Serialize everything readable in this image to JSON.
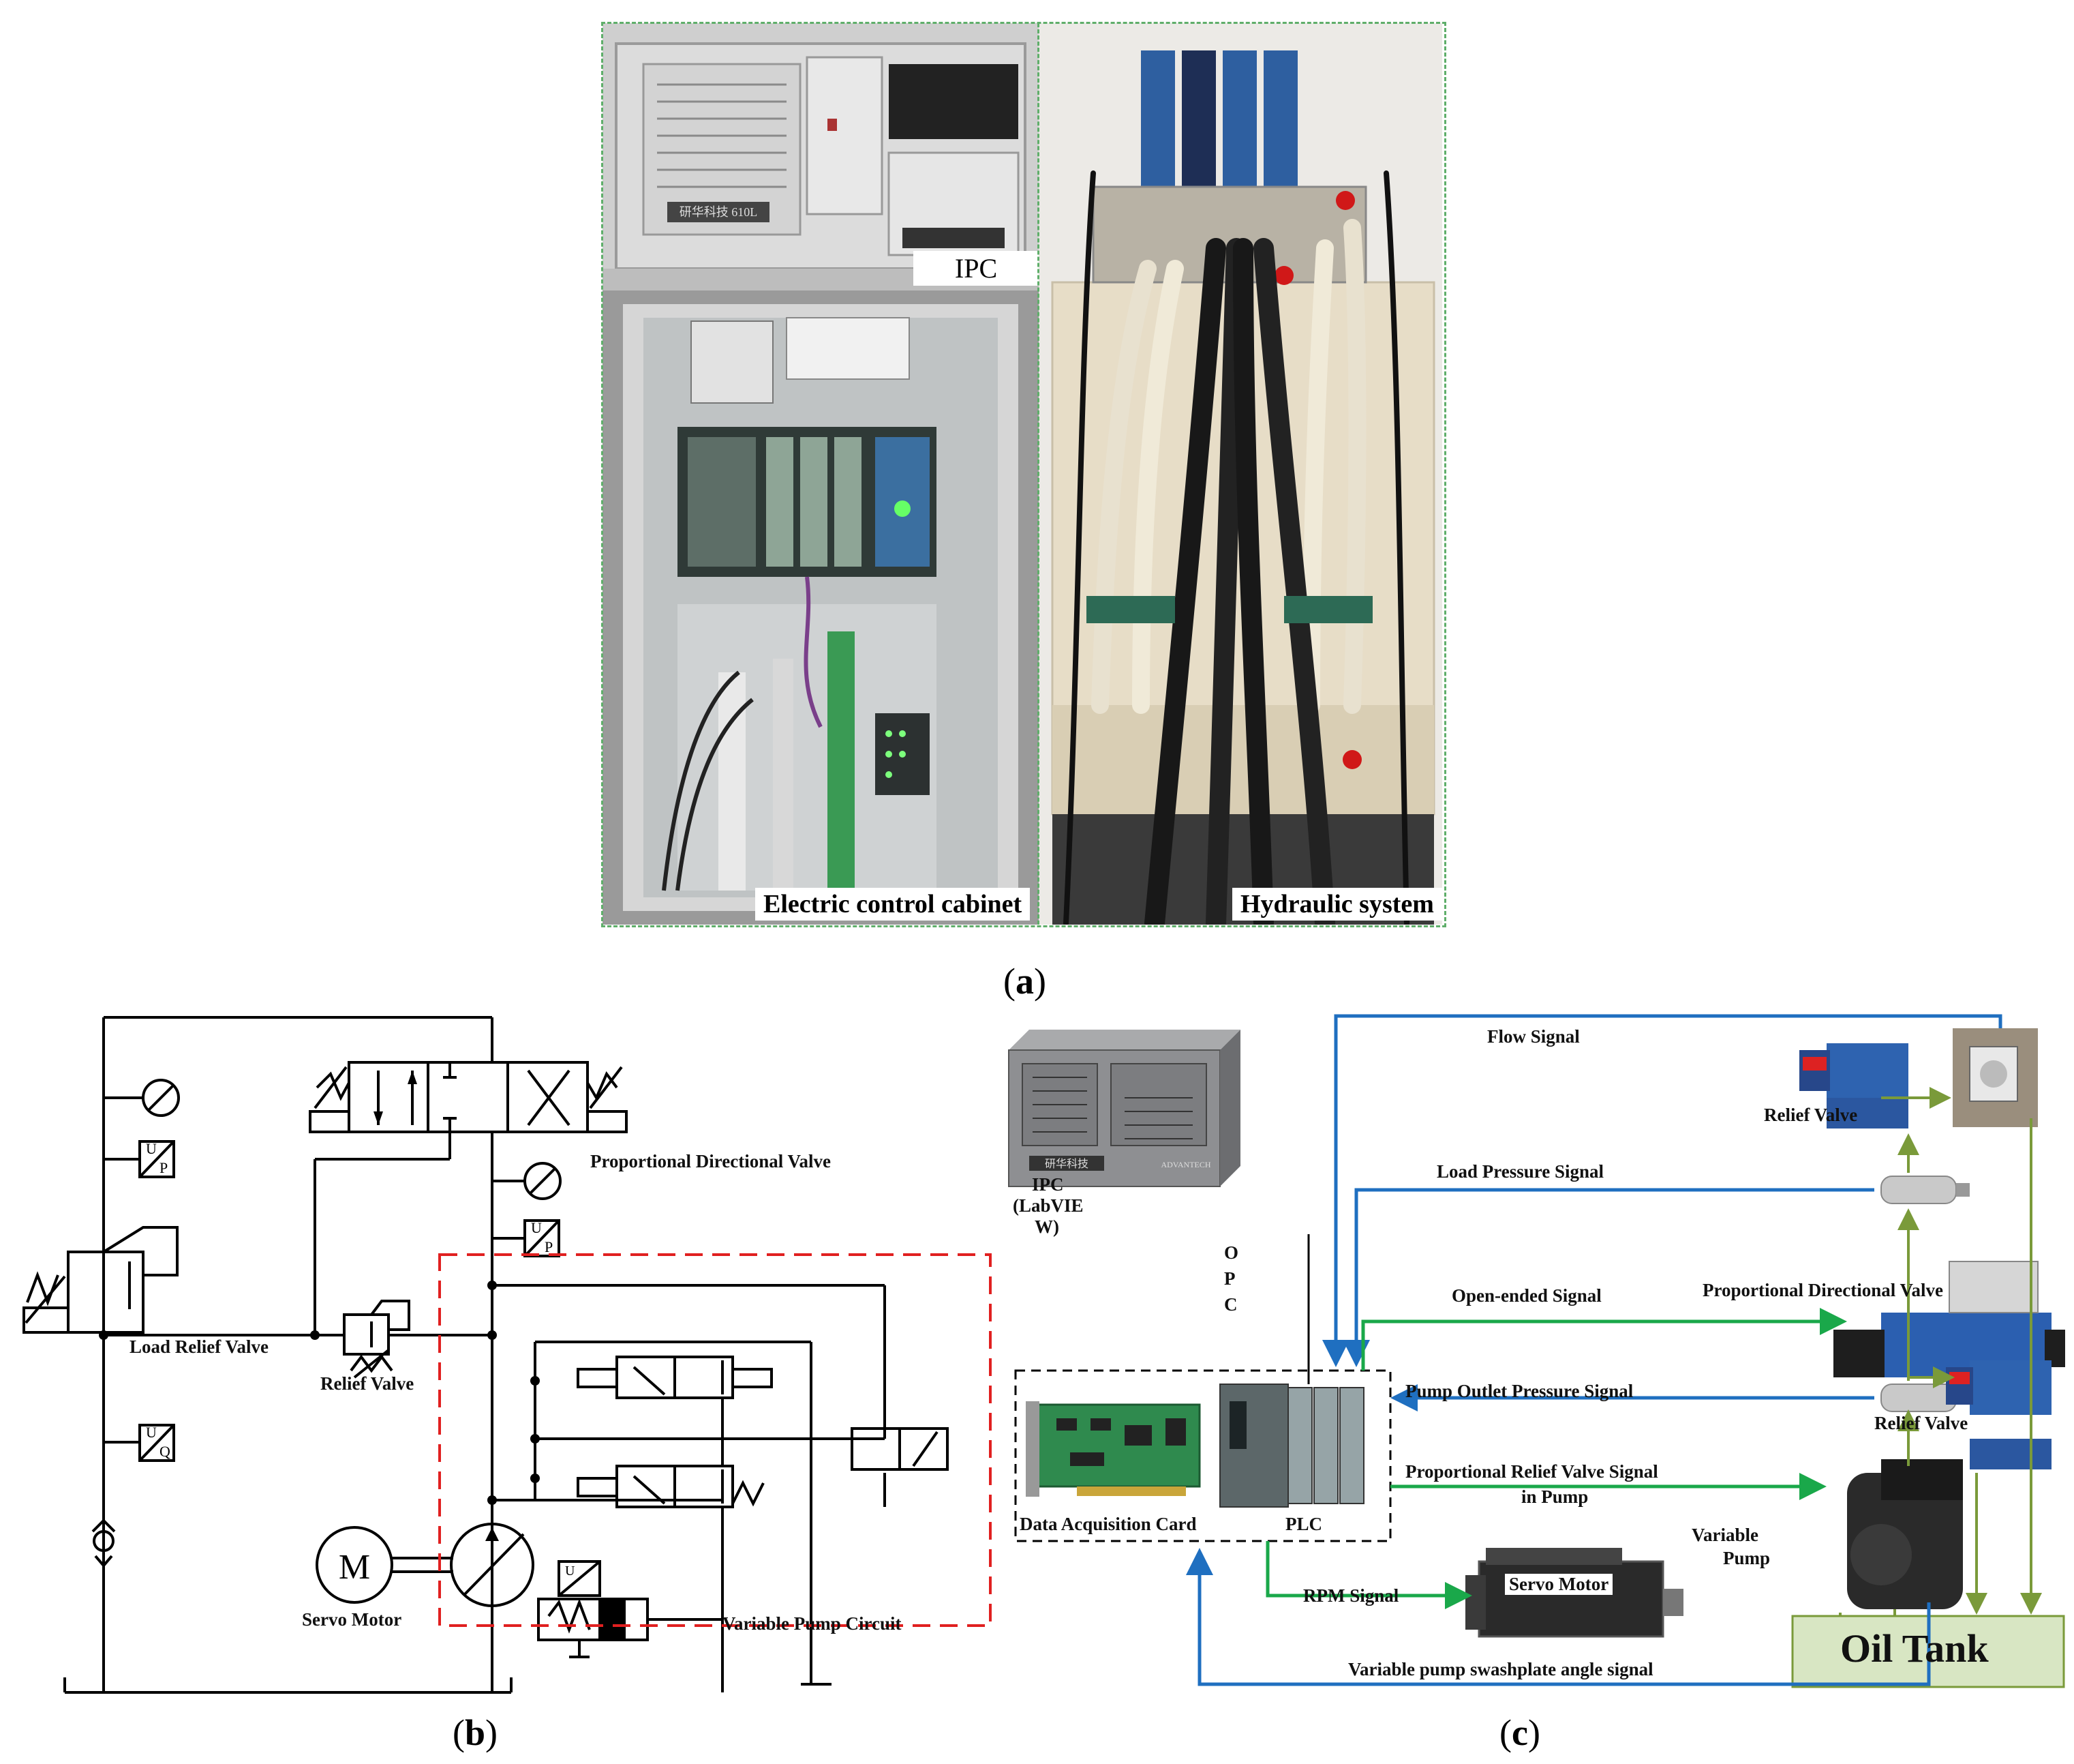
{
  "panel_a": {
    "caption_letter": "a",
    "ipc_label": "IPC",
    "cabinet_label": "Electric control cabinet",
    "hydraulic_label": "Hydraulic system",
    "ipc_brand_text": "研华科技 610L"
  },
  "panel_b": {
    "caption_letter": "b",
    "proportional_directional_valve": "Proportional Directional Valve",
    "load_relief_valve": "Load Relief Valve",
    "relief_valve": "Relief Valve",
    "servo_motor": "Servo Motor",
    "motor_symbol": "M",
    "variable_pump_circuit": "Variable Pump Circuit",
    "up": "U",
    "up_sub": "P",
    "uq_sub": "Q"
  },
  "panel_c": {
    "caption_letter": "c",
    "flow_signal": "Flow Signal",
    "load_pressure_signal": "Load Pressure Signal",
    "open_ended_signal": "Open-ended Signal",
    "pump_outlet_pressure_signal": "Pump Outlet Pressure Signal",
    "proportional_relief_valve_signal_1": "Proportional Relief Valve Signal",
    "proportional_relief_valve_signal_2": "in Pump",
    "rpm_signal": "RPM Signal",
    "swashplate_signal": "Variable pump swashplate angle signal",
    "ipc_1": "IPC",
    "ipc_2": "(LabVIE",
    "ipc_3": "W)",
    "opc": [
      "O",
      "P",
      "C"
    ],
    "data_acquisition_card": "Data Acquisition Card",
    "plc": "PLC",
    "relief_valve_top": "Relief Valve",
    "proportional_directional_valve": "Proportional Directional Valve",
    "relief_valve_bottom": "Relief Valve",
    "variable_pump_1": "Variable",
    "variable_pump_2": "Pump",
    "servo_motor": "Servo Motor",
    "oil_tank": "Oil Tank",
    "ipc_brand_text": "研华科技",
    "advantech": "ADVANTECH"
  },
  "colors": {
    "blue_signal": "#1f6fc0",
    "green_signal": "#1aa84a",
    "olive_flow": "#7a9a3a",
    "red_dashed": "#e02020",
    "oil_tank_fill": "#d8e6c3"
  }
}
